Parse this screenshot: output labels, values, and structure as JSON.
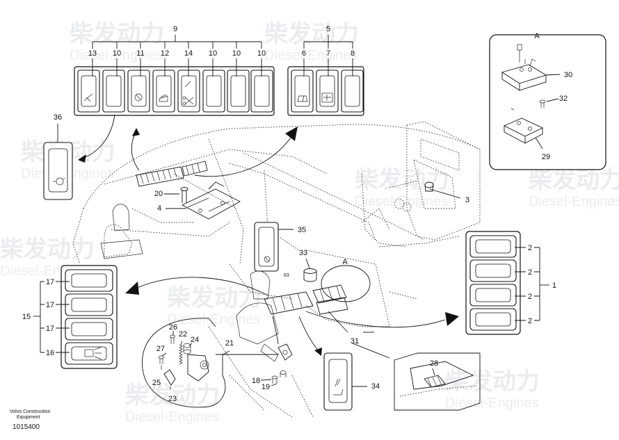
{
  "callouts": {
    "c1": "1",
    "c2": "2",
    "c3": "3",
    "c4": "4",
    "c5": "5",
    "c6": "6",
    "c7": "7",
    "c8": "8",
    "c9": "9",
    "c10": "10",
    "c11": "11",
    "c12": "12",
    "c13": "13",
    "c14": "14",
    "c15": "15",
    "c16": "16",
    "c17": "17",
    "c18": "18",
    "c19": "19",
    "c20": "20",
    "c21": "21",
    "c22": "22",
    "c23": "23",
    "c24": "24",
    "c25": "25",
    "c26": "26",
    "c27": "27",
    "c28": "28",
    "c29": "29",
    "c30": "30",
    "c31": "31",
    "c32": "32",
    "c33": "33",
    "c34": "34",
    "c35": "35",
    "c36": "36",
    "detail_a": "A"
  },
  "footer": {
    "brand_line1": "Volvo Construction",
    "brand_line2": "Equipment",
    "drawing_number": "1015400"
  },
  "watermark": {
    "brand_cn": "柴发动力",
    "brand_en": "Diesel-Engines"
  },
  "icons": {
    "wiper": "wiper-icon",
    "fan": "fan-icon",
    "light": "work-light-icon",
    "seat_heater": "seat-heater-icon"
  }
}
